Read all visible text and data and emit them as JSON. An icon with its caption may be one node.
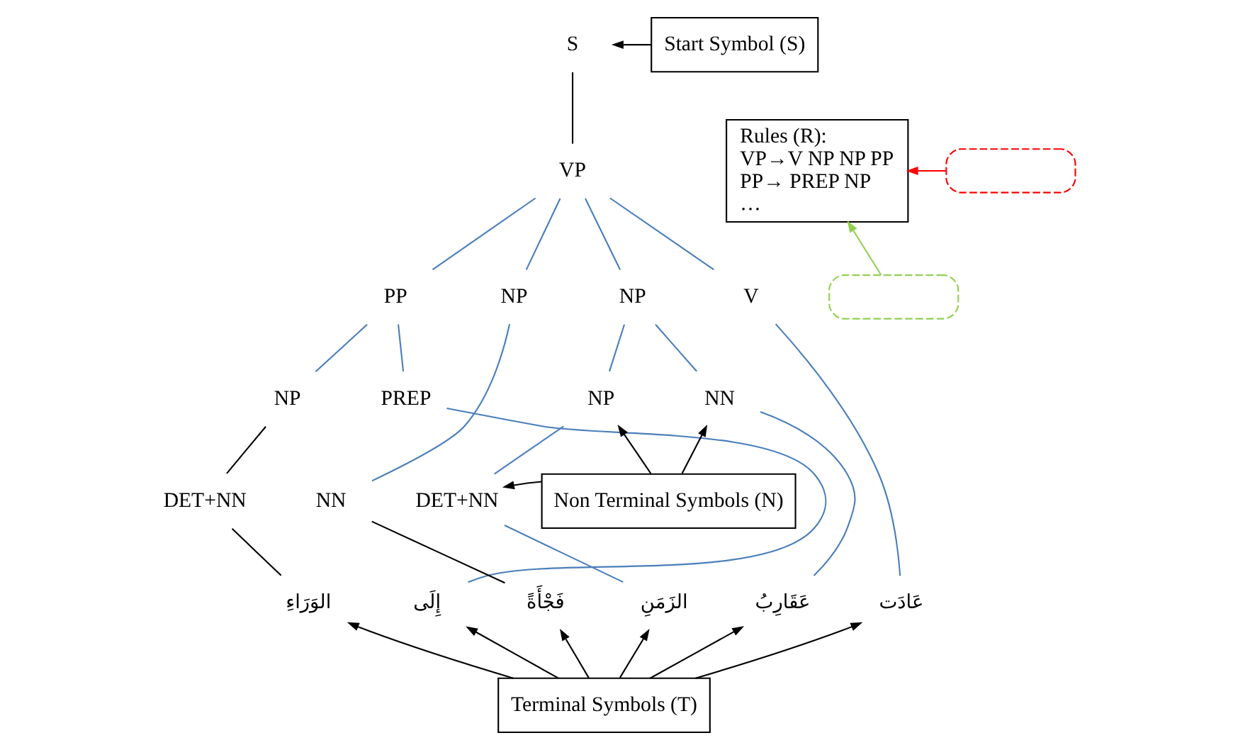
{
  "diagram": {
    "nodes": [
      {
        "text": [
          "S"
        ]
      },
      {
        "text": [
          "Start Symbol (S)"
        ]
      },
      {
        "text": [
          "Rules (R):",
          "VP→V NP NP PP",
          "PP→ PREP NP",
          "…"
        ]
      },
      {
        "text": [],
        "shape": "box"
      },
      {
        "text": [
          "VP"
        ]
      },
      {
        "text": [],
        "shape": "box"
      },
      {
        "text": [
          "PP"
        ]
      },
      {
        "text": [
          "NP"
        ]
      },
      {
        "text": [
          "NP"
        ]
      },
      {
        "text": [
          "V"
        ]
      },
      {
        "text": [
          "NP"
        ]
      },
      {
        "text": [
          "PREP"
        ]
      },
      {
        "text": [
          "NP"
        ]
      },
      {
        "text": [
          "NN"
        ]
      },
      {
        "text": [
          "DET+NN"
        ]
      },
      {
        "text": [
          "NN"
        ]
      },
      {
        "text": [
          "DET+NN"
        ]
      },
      {
        "text": [
          "الوَرَاءِ"
        ]
      },
      {
        "text": [
          "إِلَى"
        ]
      },
      {
        "text": [
          "فَجْأَةً"
        ]
      },
      {
        "text": [
          "الزَمَنِ"
        ]
      },
      {
        "text": [
          "عَقَارِبُ"
        ]
      },
      {
        "text": [
          "عَادَت"
        ]
      },
      {
        "text": [
          "Non Terminal Symbols (N)"
        ]
      },
      {
        "text": [
          "Terminal Symbols (T)"
        ]
      }
    ],
    "edges": [
      {
        "from": 1,
        "to": 0,
        "arrow": "to"
      },
      {
        "from": 0,
        "to": 4,
        "arrow": "none"
      },
      {
        "from": 3,
        "to": 2,
        "arrow": "to",
        "color": "#ff0000"
      },
      {
        "from": 5,
        "to": 2,
        "arrow": "to",
        "color": "#92d050"
      },
      {
        "from": 4,
        "to": 6,
        "arrow": "none",
        "color": "#4a7ebb"
      },
      {
        "from": 4,
        "to": 7,
        "arrow": "none",
        "color": "#4a7ebb"
      },
      {
        "from": 4,
        "to": 8,
        "arrow": "none",
        "color": "#4a7ebb"
      },
      {
        "from": 4,
        "to": 9,
        "arrow": "none",
        "color": "#4a7ebb"
      },
      {
        "from": 6,
        "to": 10,
        "arrow": "none",
        "color": "#4a7ebb"
      },
      {
        "from": 6,
        "to": 11,
        "arrow": "none",
        "color": "#4a7ebb"
      },
      {
        "from": 8,
        "to": 12,
        "arrow": "none",
        "color": "#4a7ebb"
      },
      {
        "from": 8,
        "to": 13,
        "arrow": "none",
        "color": "#4a7ebb"
      },
      {
        "from": 10,
        "to": 14,
        "arrow": "none"
      },
      {
        "from": 7,
        "to": 15,
        "arrow": "none",
        "color": "#4a7ebb"
      },
      {
        "from": 12,
        "to": 16,
        "arrow": "none",
        "color": "#4a7ebb"
      },
      {
        "from": 14,
        "to": 17,
        "arrow": "none"
      },
      {
        "from": 11,
        "to": 18,
        "arrow": "none",
        "color": "#4a7ebb"
      },
      {
        "from": 15,
        "to": 19,
        "arrow": "none"
      },
      {
        "from": 16,
        "to": 20,
        "arrow": "none",
        "color": "#4a7ebb"
      },
      {
        "from": 13,
        "to": 21,
        "arrow": "none",
        "color": "#4a7ebb"
      },
      {
        "from": 9,
        "to": 22,
        "arrow": "none",
        "color": "#4a7ebb"
      },
      {
        "from": 23,
        "to": 12,
        "arrow": "to"
      },
      {
        "from": 23,
        "to": 13,
        "arrow": "to"
      },
      {
        "from": 23,
        "to": 16,
        "arrow": "to"
      },
      {
        "from": 24,
        "to": 17,
        "arrow": "to"
      },
      {
        "from": 24,
        "to": 18,
        "arrow": "to"
      },
      {
        "from": 24,
        "to": 19,
        "arrow": "to"
      },
      {
        "from": 24,
        "to": 20,
        "arrow": "to"
      },
      {
        "from": 24,
        "to": 21,
        "arrow": "to"
      },
      {
        "from": 24,
        "to": 22,
        "arrow": "to"
      }
    ]
  }
}
